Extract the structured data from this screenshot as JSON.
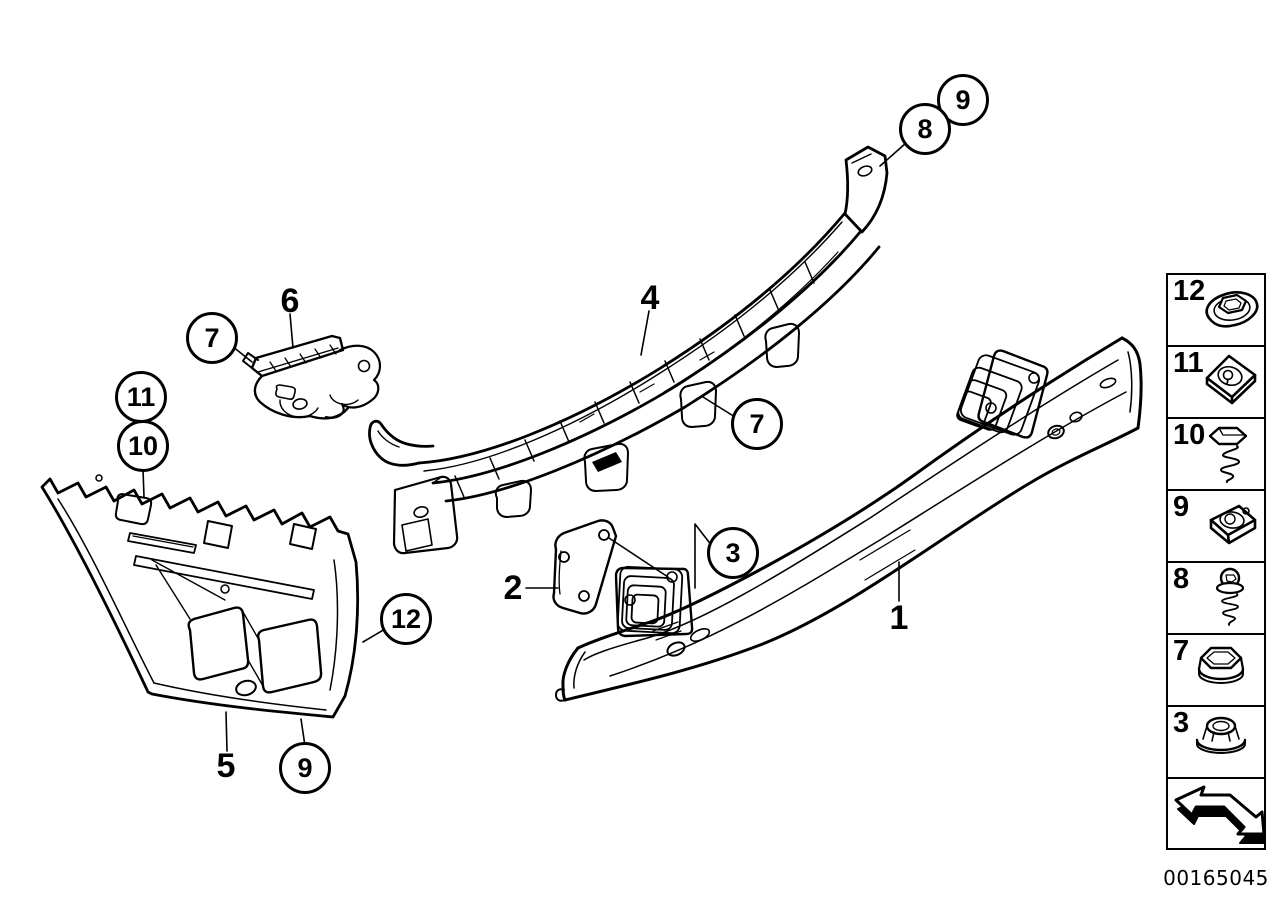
{
  "page": {
    "background": "#ffffff",
    "line_color": "#000000"
  },
  "doc_number": "00165045",
  "callouts": [
    {
      "part": "9",
      "style": "circle"
    },
    {
      "part": "8",
      "style": "circle"
    },
    {
      "part": "6",
      "style": "plain"
    },
    {
      "part": "7",
      "style": "circle"
    },
    {
      "part": "11",
      "style": "circle"
    },
    {
      "part": "10",
      "style": "circle"
    },
    {
      "part": "4",
      "style": "plain"
    },
    {
      "part": "7",
      "style": "circle"
    },
    {
      "part": "2",
      "style": "plain"
    },
    {
      "part": "3",
      "style": "circle"
    },
    {
      "part": "12",
      "style": "circle"
    },
    {
      "part": "5",
      "style": "plain"
    },
    {
      "part": "9",
      "style": "circle"
    },
    {
      "part": "1",
      "style": "plain"
    }
  ],
  "legend": {
    "items": [
      {
        "label": "12",
        "icon": "flange-nut-washer"
      },
      {
        "label": "11",
        "icon": "clip-nut"
      },
      {
        "label": "10",
        "icon": "hex-screw"
      },
      {
        "label": "9",
        "icon": "clip-nut-flat"
      },
      {
        "label": "8",
        "icon": "washer-head-screw"
      },
      {
        "label": "7",
        "icon": "hex-flange-nut"
      },
      {
        "label": "3",
        "icon": "hex-flange-nut-open"
      }
    ],
    "nav": {
      "icon": "back-arrow"
    }
  }
}
